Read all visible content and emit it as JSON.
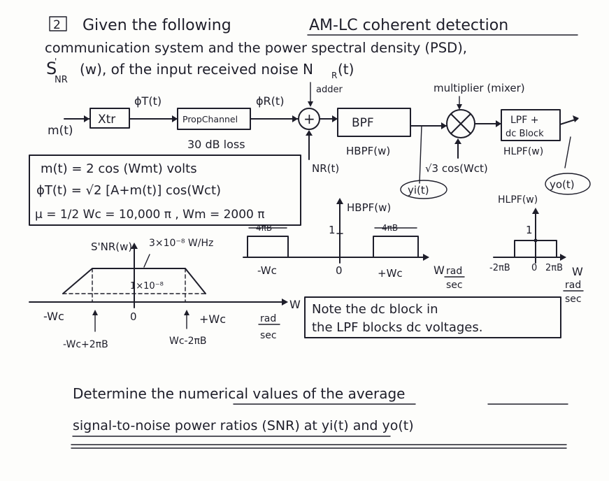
{
  "problem": {
    "number": "2",
    "line1_pre": "Given the following",
    "line1_title": "AM-LC coherent detection",
    "line2": "communication system and the power spectral density (PSD),",
    "line3_sym": "S",
    "line3_sym_sub": "NR",
    "line3_sym_sup": "'",
    "line3_rest": "(w), of the input received noise N",
    "line3_rest_sub": "R",
    "line3_rest_end": "(t)"
  },
  "block_diagram": {
    "input_label": "m(t)",
    "xtr": "Xtr",
    "phi_t": "ϕT(t)",
    "prop_channel": "PropChannel",
    "loss": "30 dB loss",
    "phi_r": "ϕR(t)",
    "adder_label": "adder",
    "adder_symbol": "+",
    "noise_label": "NR(t)",
    "bpf": "BPF",
    "h_bpf_label": "HBPF(w)",
    "multiplier_label": "multiplier (mixer)",
    "carrier_label": "√3 cos(Wct)",
    "yi_label": "yi(t)",
    "lpf_line1": "LPF +",
    "lpf_line2": "dc Block",
    "h_lpf_label": "HLPF(w)",
    "yo_label": "yo(t)"
  },
  "given": {
    "line1": "m(t) = 2 cos (Wmt) volts",
    "line2": "ϕT(t) = √2 [A+m(t)] cos(Wct)",
    "line3": "μ = 1/2   Wc = 10,000 π , Wm = 2000 π"
  },
  "psd_plot": {
    "ylabel": "S'NR(w)",
    "peak_label": "3×10⁻⁸ W/Hz",
    "floor_label": "1×10⁻⁸",
    "zero": "0",
    "neg_wc": "-Wc",
    "pos_wc": "+Wc",
    "neg_wc_2pib": "-Wc+2πB",
    "wc_minus_2pib": "Wc-2πB",
    "w_axis": "W",
    "rad": "rad",
    "sec": "sec",
    "peak_value": 3e-08,
    "floor_value": 1e-08
  },
  "bpf_plot": {
    "title": "HBPF(w)",
    "width_label": "4πB",
    "gain": "1",
    "neg_wc": "-Wc",
    "zero": "0",
    "pos_wc": "+Wc",
    "w_axis": "W",
    "rad": "rad",
    "sec": "sec"
  },
  "lpf_plot": {
    "title": "HLPF(w)",
    "gain": "1",
    "neg": "-2πB",
    "zero": "0",
    "pos": "2πB",
    "w_axis": "W",
    "rad": "rad",
    "sec": "sec"
  },
  "note": {
    "line1": "Note the dc block in",
    "line2": "the LPF blocks dc voltages."
  },
  "question": {
    "line1": "Determine the numerical values of the average",
    "line2": "signal-to-noise power ratios (SNR) at yi(t) and yo(t)"
  }
}
